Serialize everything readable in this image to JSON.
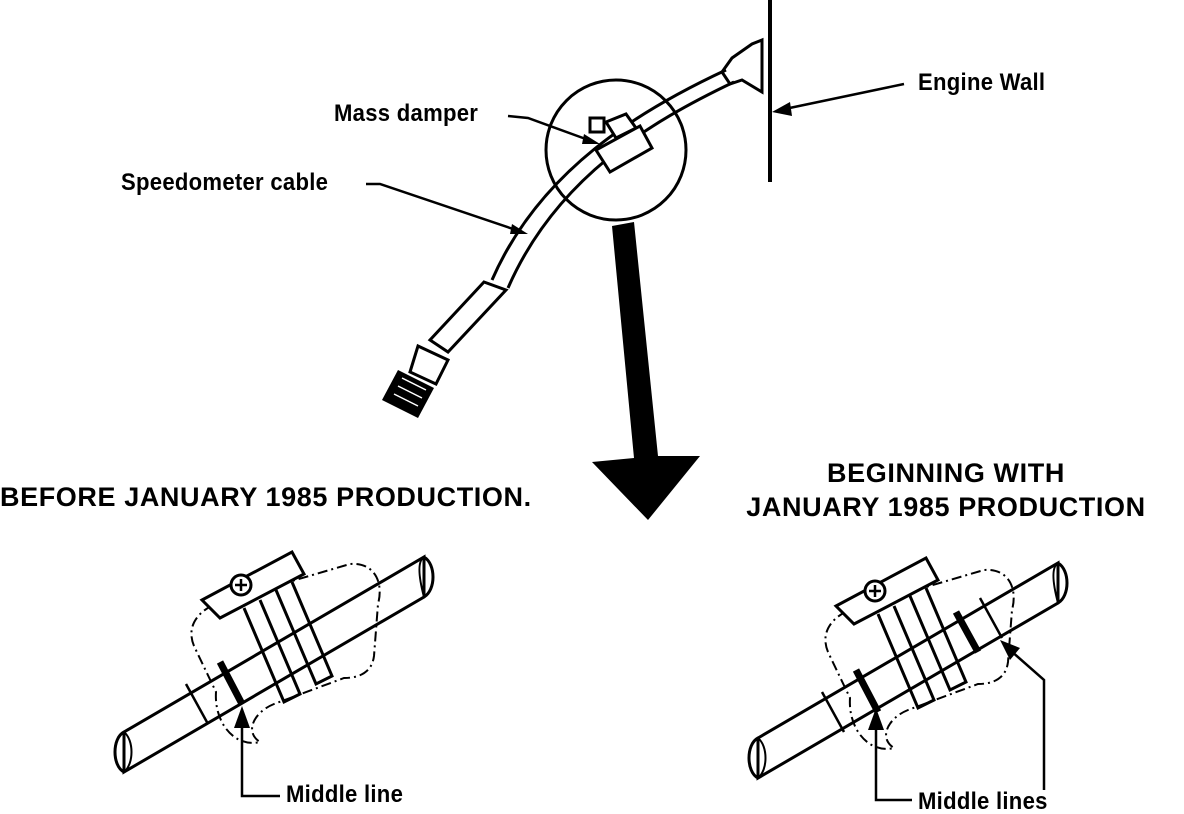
{
  "labels": {
    "engine_wall": "Engine Wall",
    "mass_damper": "Mass damper",
    "speedometer_cable": "Speedometer cable",
    "before_heading": "BEFORE JANUARY 1985 PRODUCTION.",
    "after_heading_line1": "BEGINNING WITH",
    "after_heading_line2": "JANUARY 1985 PRODUCTION",
    "middle_line": "Middle line",
    "middle_lines": "Middle lines"
  },
  "colors": {
    "ink": "#000000",
    "paper": "#ffffff"
  }
}
